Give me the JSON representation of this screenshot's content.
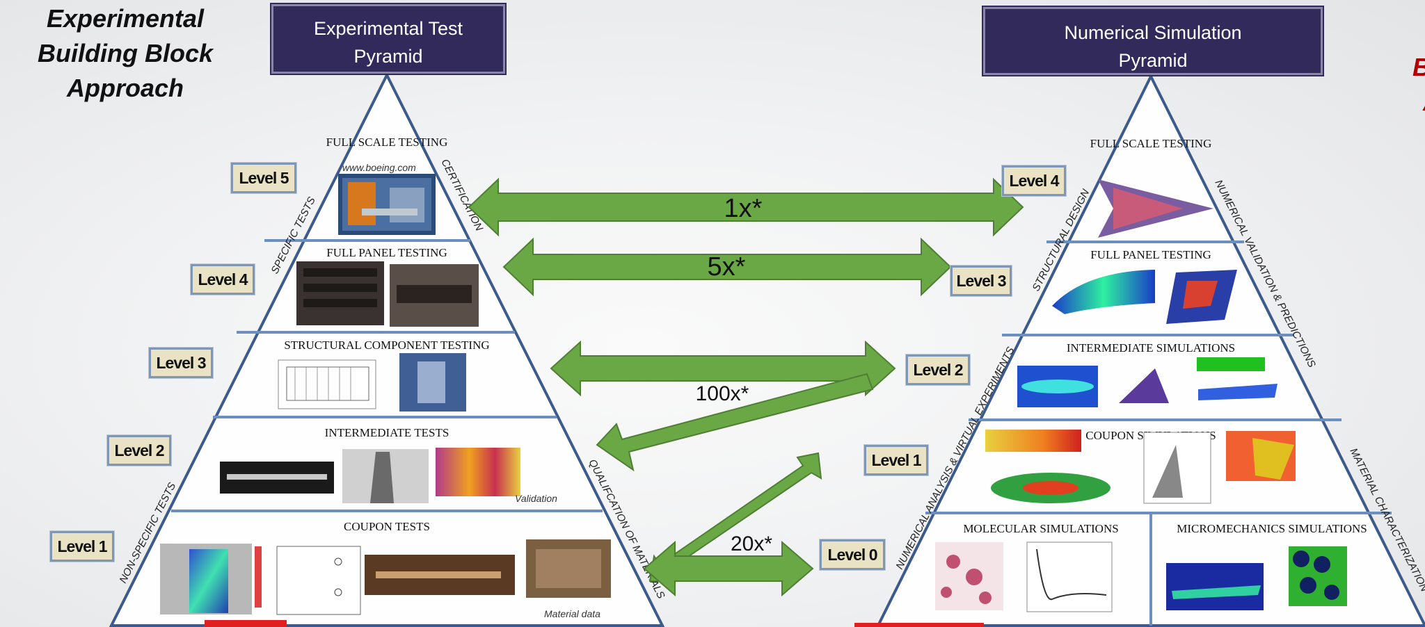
{
  "left_side_title": [
    "Experimental",
    "Building Block",
    "Approach"
  ],
  "right_side_title": [
    "M",
    "Buildi",
    "App"
  ],
  "left_pyramid": {
    "title": [
      "Experimental Test",
      "Pyramid"
    ],
    "sections": [
      "FULL SCALE TESTING",
      "FULL PANEL TESTING",
      "STRUCTURAL COMPONENT TESTING",
      "INTERMEDIATE TESTS",
      "COUPON TESTS"
    ],
    "side_labels": [
      "SPECIFIC TESTS",
      "CERTIFICATION",
      "NON-SPECIFIC TESTS",
      "QUALIFCATION OF MATERIALS"
    ],
    "image_captions": [
      "www.boeing.com",
      "Validation",
      "Material data"
    ],
    "levels": [
      "Level 5",
      "Level 4",
      "Level 3",
      "Level 2",
      "Level 1"
    ]
  },
  "right_pyramid": {
    "title": [
      "Numerical Simulation",
      "Pyramid"
    ],
    "sections": [
      "FULL SCALE TESTING",
      "FULL PANEL TESTING",
      "INTERMEDIATE SIMULATIONS",
      "COUPON SIMULATIONS",
      "MOLECULAR SIMULATIONS",
      "MICROMECHANICS SIMULATIONS"
    ],
    "side_labels": [
      "STRUCTURAL DESIGN",
      "NUMERICAL VALIDATION & PREDICTIONS",
      "NUMERICAL ANALYSIS & VIRTUAL EXPERIMENTS",
      "MATERIAL CHARACTERIZATION"
    ],
    "levels": [
      "Level 4",
      "Level 3",
      "Level 2",
      "Level 1",
      "Level 0"
    ]
  },
  "ratios": [
    "1x*",
    "5x*",
    "100x*",
    "20x*"
  ],
  "colors": {
    "arrow": "#6aa846",
    "arrow_stroke": "#4f7e34",
    "pyramid_line": "#3c5a8a",
    "title_box": "#332a5c",
    "accent_red": "#e02020",
    "badge_fill": "#e9e2c4"
  }
}
